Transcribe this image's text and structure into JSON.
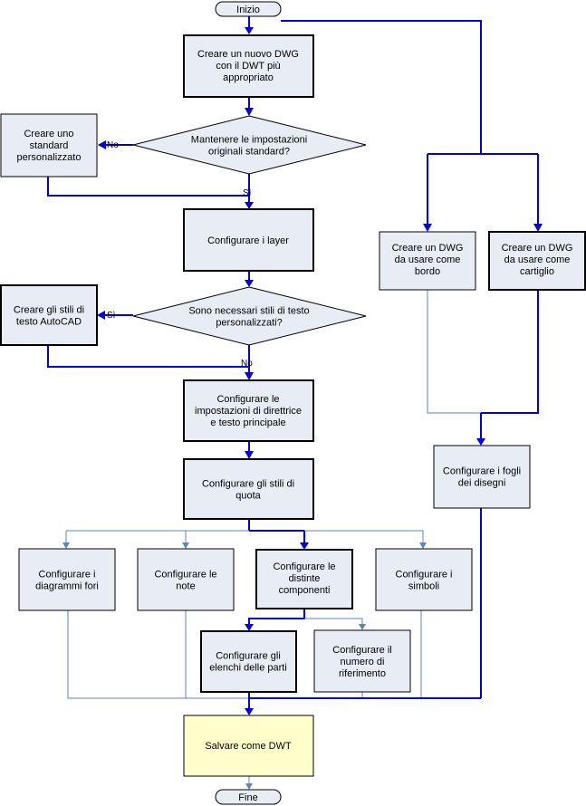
{
  "terminals": {
    "start": "Inizio",
    "end": "Fine"
  },
  "steps": {
    "new_dwg": [
      "Creare un nuovo DWG",
      "con il DWT più",
      "appropriato"
    ],
    "custom_standard": [
      "Creare uno",
      "standard",
      "personalizzato"
    ],
    "layers": [
      "Configurare i layer"
    ],
    "text_styles": [
      "Creare gli stili di",
      "testo AutoCAD"
    ],
    "leader": [
      "Configurare le",
      "impostazioni di direttrice",
      "e testo principale"
    ],
    "dim_styles": [
      "Configurare gli stili di",
      "quota"
    ],
    "fori": [
      "Configurare i",
      "diagrammi fori"
    ],
    "note": [
      "Configurare le",
      "note"
    ],
    "distinte": [
      "Configurare le",
      "distinte",
      "componenti"
    ],
    "simboli": [
      "Configurare i",
      "simboli"
    ],
    "elenchi": [
      "Configurare gli",
      "elenchi delle parti"
    ],
    "riferimento": [
      "Configurare il",
      "numero di",
      "riferimento"
    ],
    "save": [
      "Salvare come DWT"
    ],
    "bordo": [
      "Creare un DWG",
      "da usare come",
      "bordo"
    ],
    "cartiglio": [
      "Creare un DWG",
      "da usare come",
      "cartiglio"
    ],
    "fogli": [
      "Configurare i fogli",
      "dei disegni"
    ]
  },
  "decisions": {
    "keep_standard": [
      "Mantenere le impostazioni",
      "originali standard?"
    ],
    "text_needed": [
      "Sono necessari stili di testo",
      "personalizzati?"
    ]
  },
  "edge_labels": {
    "no_1": "No",
    "si_1": "Sì",
    "si_2": "Sì",
    "no_2": "No"
  }
}
